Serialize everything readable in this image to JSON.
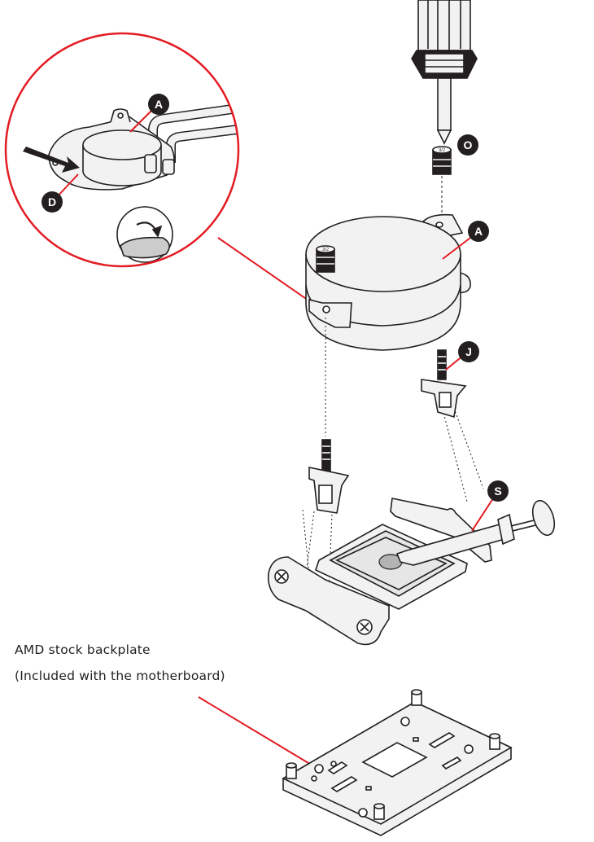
{
  "callouts": {
    "a_inset": "A",
    "d_inset": "D",
    "o_screw": "O",
    "a_cooler": "A",
    "j_standoff": "J",
    "s_syringe": "S"
  },
  "screw_marks": {
    "loose_screw": "3/2",
    "installed_screw": "3/2"
  },
  "backplate_caption": {
    "line1": "AMD stock backplate",
    "line2": "(Included with the motherboard)"
  },
  "colors": {
    "accent_red": "#e31b23",
    "callout_fill": "#231f20",
    "line": "#231f20",
    "part_fill": "#f2f2f2",
    "cpu_fill": "#e6e6e6",
    "thermal_paste": "#b3b3b3"
  }
}
